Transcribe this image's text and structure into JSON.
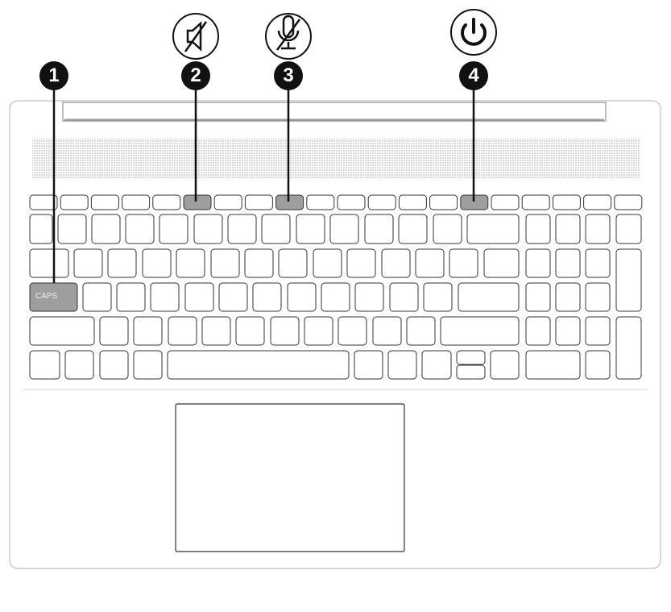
{
  "callouts": [
    {
      "number": "1",
      "target": "caps-lock-key",
      "icon": "none"
    },
    {
      "number": "2",
      "target": "mute-key",
      "icon": "speaker-mute-icon"
    },
    {
      "number": "3",
      "target": "mic-mute-key",
      "icon": "microphone-mute-icon"
    },
    {
      "number": "4",
      "target": "power-button",
      "icon": "power-icon"
    }
  ],
  "keys": {
    "caps_label": "CAPS"
  },
  "colors": {
    "highlight": "#9e9e9e",
    "outline": "#333333",
    "callout": "#111111"
  }
}
